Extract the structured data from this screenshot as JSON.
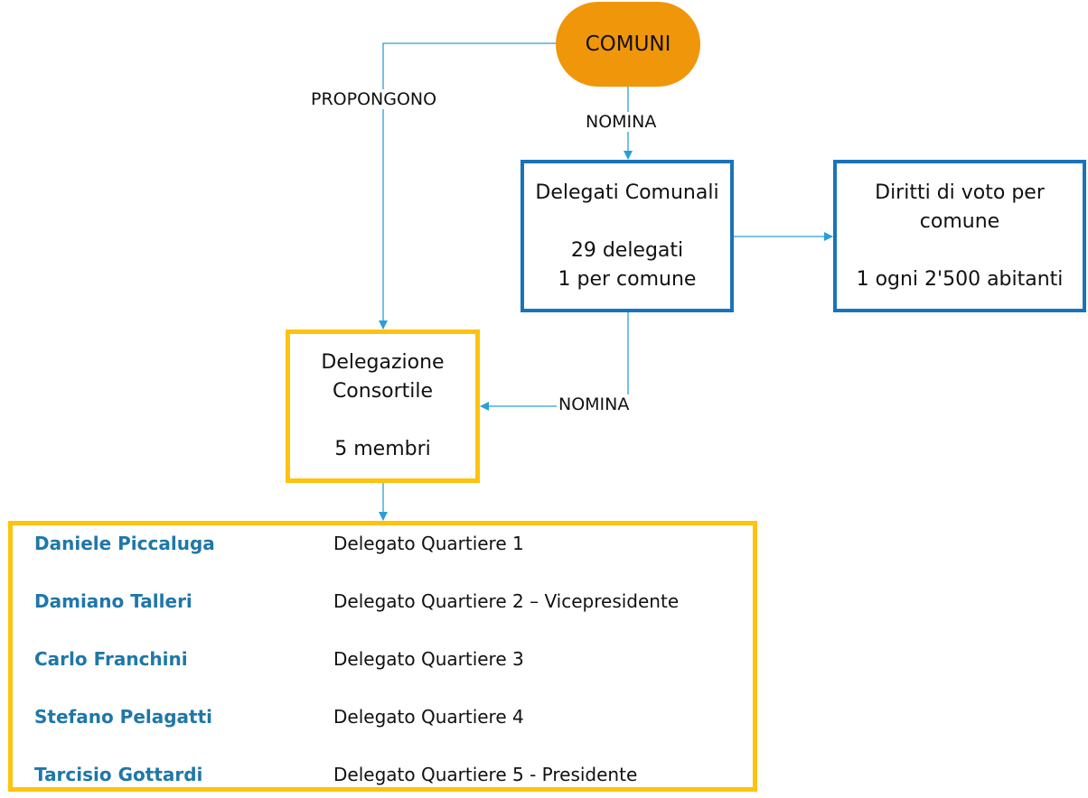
{
  "nodes": {
    "comuni": "COMUNI",
    "delegati_comunali": {
      "title": "Delegati Comunali",
      "line1": "29 delegati",
      "line2": "1 per comune"
    },
    "diritti_voto": {
      "title_line1": "Diritti di voto per",
      "title_line2": "comune",
      "detail": "1 ogni 2'500 abitanti"
    },
    "delegazione_consortile": {
      "title_line1": "Delegazione",
      "title_line2": "Consortile",
      "detail": "5 membri"
    }
  },
  "edge_labels": {
    "propongono": "PROPONGONO",
    "nomina_top": "NOMINA",
    "nomina_bottom": "NOMINA"
  },
  "members": [
    {
      "name": "Daniele Piccaluga",
      "role": "Delegato Quartiere 1"
    },
    {
      "name": "Damiano Talleri",
      "role": "Delegato Quartiere 2 – Vicepresidente"
    },
    {
      "name": "Carlo Franchini",
      "role": "Delegato Quartiere 3"
    },
    {
      "name": "Stefano Pelagatti",
      "role": "Delegato Quartiere 4"
    },
    {
      "name": "Tarcisio Gottardi",
      "role": "Delegato Quartiere 5 - Presidente"
    }
  ],
  "colors": {
    "comuni_fill": "#f0960a",
    "blue_border": "#1a73b8",
    "gold_border": "#ffc20e",
    "connector": "#2a9fd8",
    "member_name": "#1f77a8"
  }
}
